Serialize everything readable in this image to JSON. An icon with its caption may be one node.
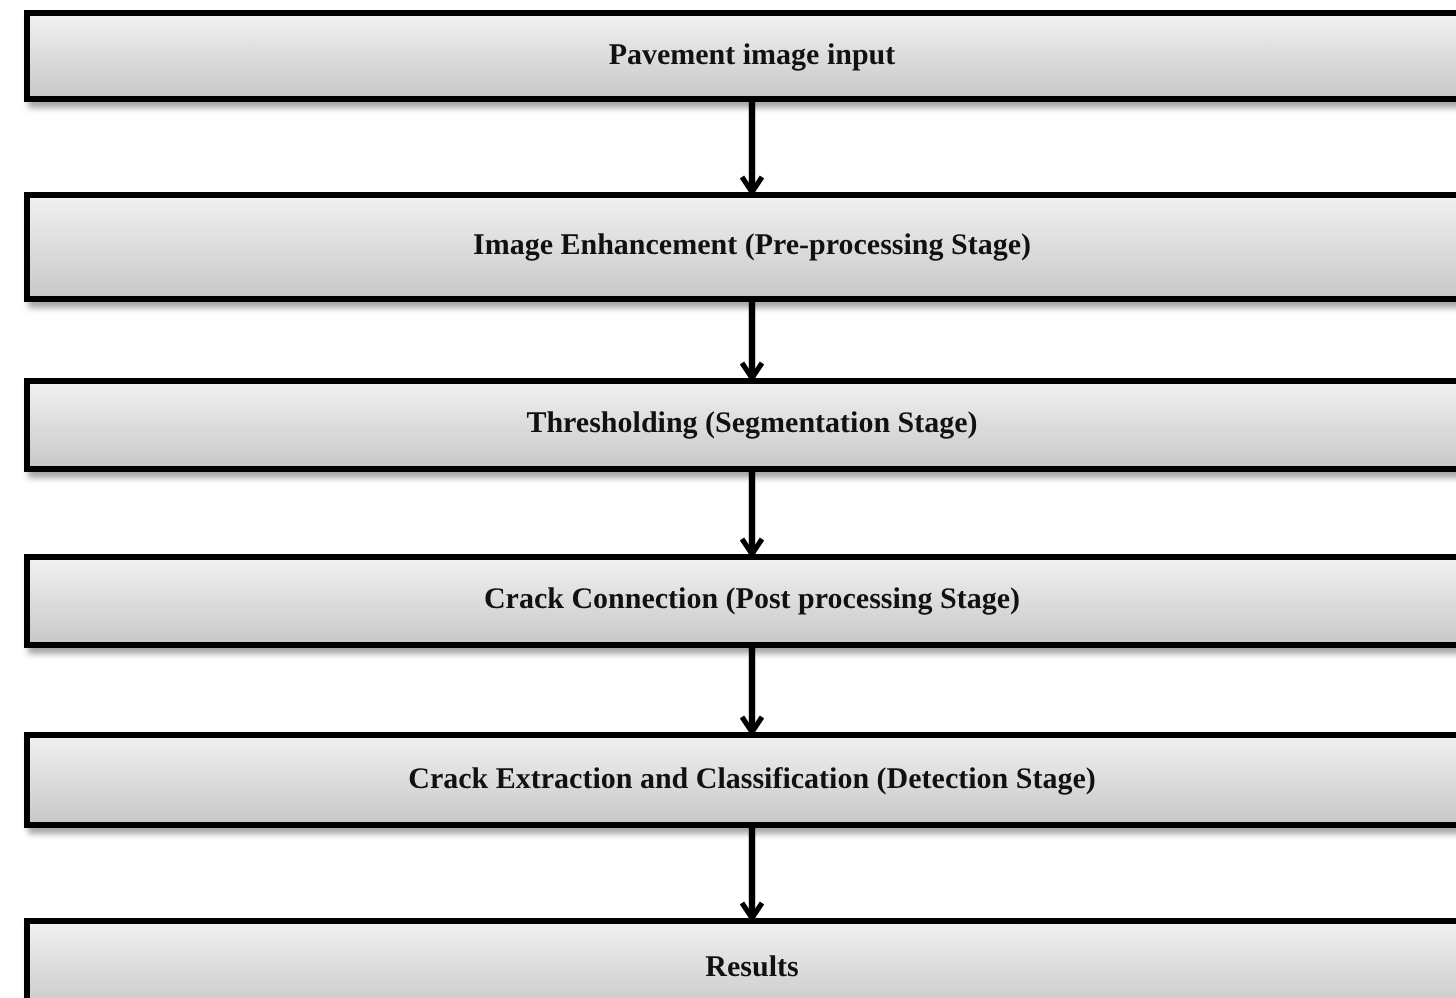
{
  "diagram": {
    "nodes": [
      {
        "text": [
          "Pavement image input"
        ]
      },
      {
        "text": [
          "Image Enhancement (Pre-processing Stage)"
        ]
      },
      {
        "text": [
          "Thresholding (Segmentation Stage)"
        ]
      },
      {
        "text": [
          "Crack Connection (Post processing Stage)"
        ]
      },
      {
        "text": [
          "Crack Extraction and Classification (Detection Stage)"
        ]
      },
      {
        "text": [
          "Results"
        ]
      }
    ],
    "edges": [
      {
        "from": 0,
        "to": 1,
        "arrow": "to"
      },
      {
        "from": 1,
        "to": 2,
        "arrow": "to"
      },
      {
        "from": 2,
        "to": 3,
        "arrow": "to"
      },
      {
        "from": 3,
        "to": 4,
        "arrow": "to"
      },
      {
        "from": 4,
        "to": 5,
        "arrow": "to"
      }
    ]
  }
}
